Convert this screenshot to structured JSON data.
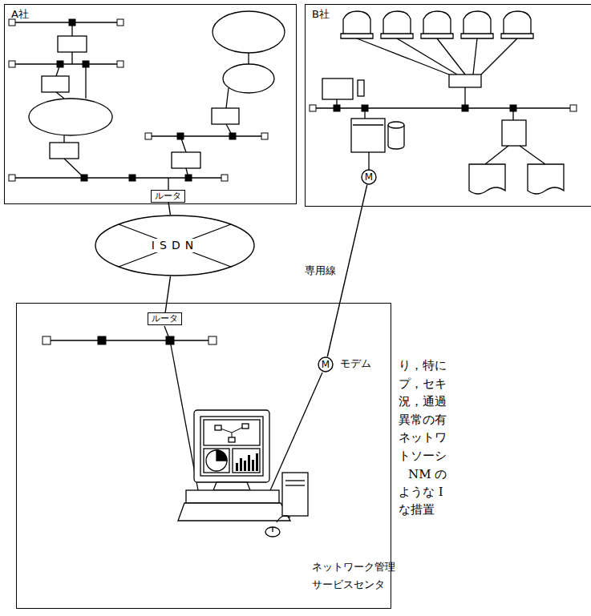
{
  "diagram": {
    "nodes": [
      {
        "text": [
          "A社"
        ]
      },
      {
        "text": [
          "ルータ"
        ],
        "in": 0
      },
      {
        "text": [
          "B社"
        ]
      },
      {
        "text": [
          "M"
        ],
        "in": 2
      },
      {
        "text": [
          "ISDN"
        ]
      },
      {
        "text": [
          "ネットワーク管理 サービスセンタ"
        ]
      },
      {
        "text": [
          "ルータ"
        ],
        "in": 5
      },
      {
        "text": [
          "M",
          "モデム"
        ],
        "in": 5
      }
    ],
    "edges": [
      {
        "from": 1,
        "to": 4,
        "arrow": "none"
      },
      {
        "from": 4,
        "to": 6,
        "arrow": "none"
      },
      {
        "from": 3,
        "to": 7,
        "label": "専用線",
        "arrow": "none"
      }
    ],
    "labels": [
      "り，特に",
      "プ，セキ",
      "況，通過",
      "異常の有",
      "ネットワ",
      "トソーシ",
      "NM の",
      "ような I",
      "な措置"
    ]
  }
}
